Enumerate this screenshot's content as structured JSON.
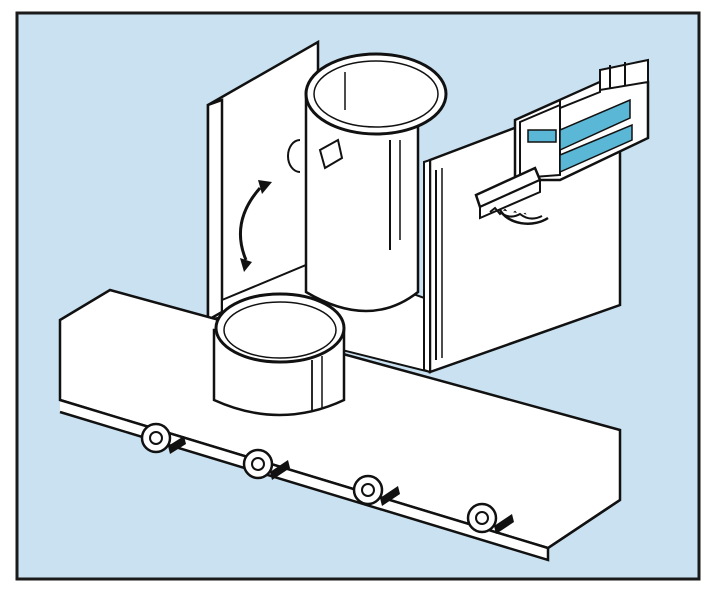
{
  "figure": {
    "caption": ""
  },
  "colors": {
    "background": "#c9e1f0",
    "frame": "#1a1a1a",
    "fill": "#ffffff",
    "ink": "#111111",
    "cylinder_accent": "#5ab7d6"
  },
  "components": [
    "conveyor-belt",
    "conveyor-rollers",
    "back-panel",
    "side-panel",
    "tall-sleeve",
    "short-ring",
    "rotation-arrow",
    "pneumatic-cylinder",
    "rack-gear",
    "pinion-gear"
  ]
}
